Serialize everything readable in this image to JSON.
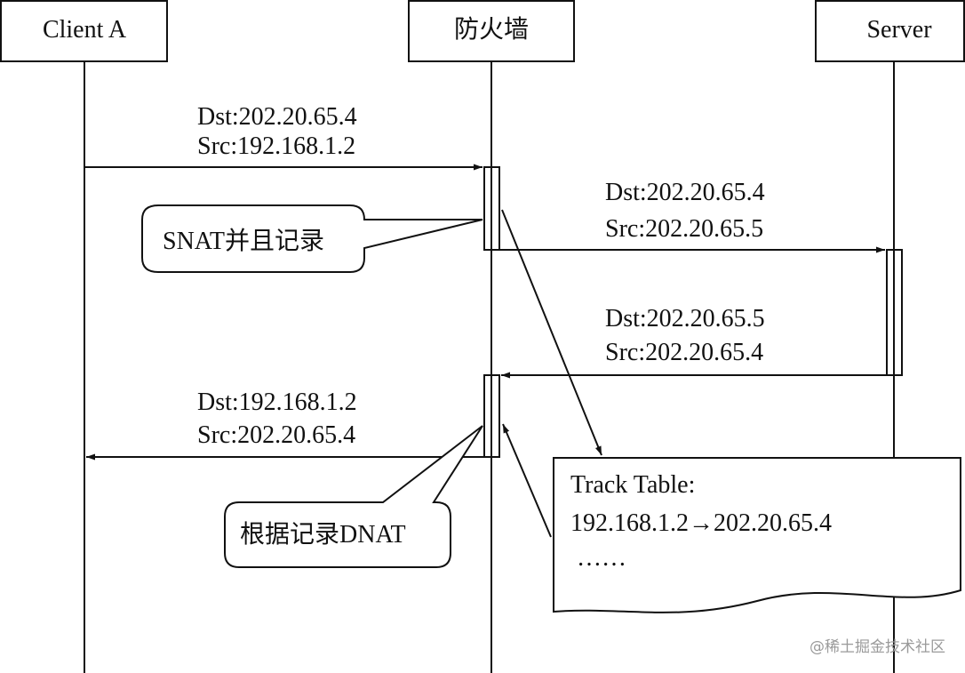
{
  "participants": {
    "client": "Client A",
    "firewall": "防火墙",
    "server": "Server"
  },
  "messages": {
    "m1": {
      "dst": "Dst:202.20.65.4",
      "src": "Src:192.168.1.2"
    },
    "m2": {
      "dst": "Dst:202.20.65.4",
      "src": "Src:202.20.65.5"
    },
    "m3": {
      "dst": "Dst:202.20.65.5",
      "src": "Src:202.20.65.4"
    },
    "m4": {
      "dst": "Dst:192.168.1.2",
      "src": "Src:202.20.65.4"
    }
  },
  "callouts": {
    "snat": "SNAT并且记录",
    "dnat": "根据记录DNAT"
  },
  "track_table": {
    "title": "Track Table:",
    "entry": "192.168.1.2→202.20.65.4",
    "ellipsis": "……"
  },
  "watermark": "@稀土掘金技术社区"
}
